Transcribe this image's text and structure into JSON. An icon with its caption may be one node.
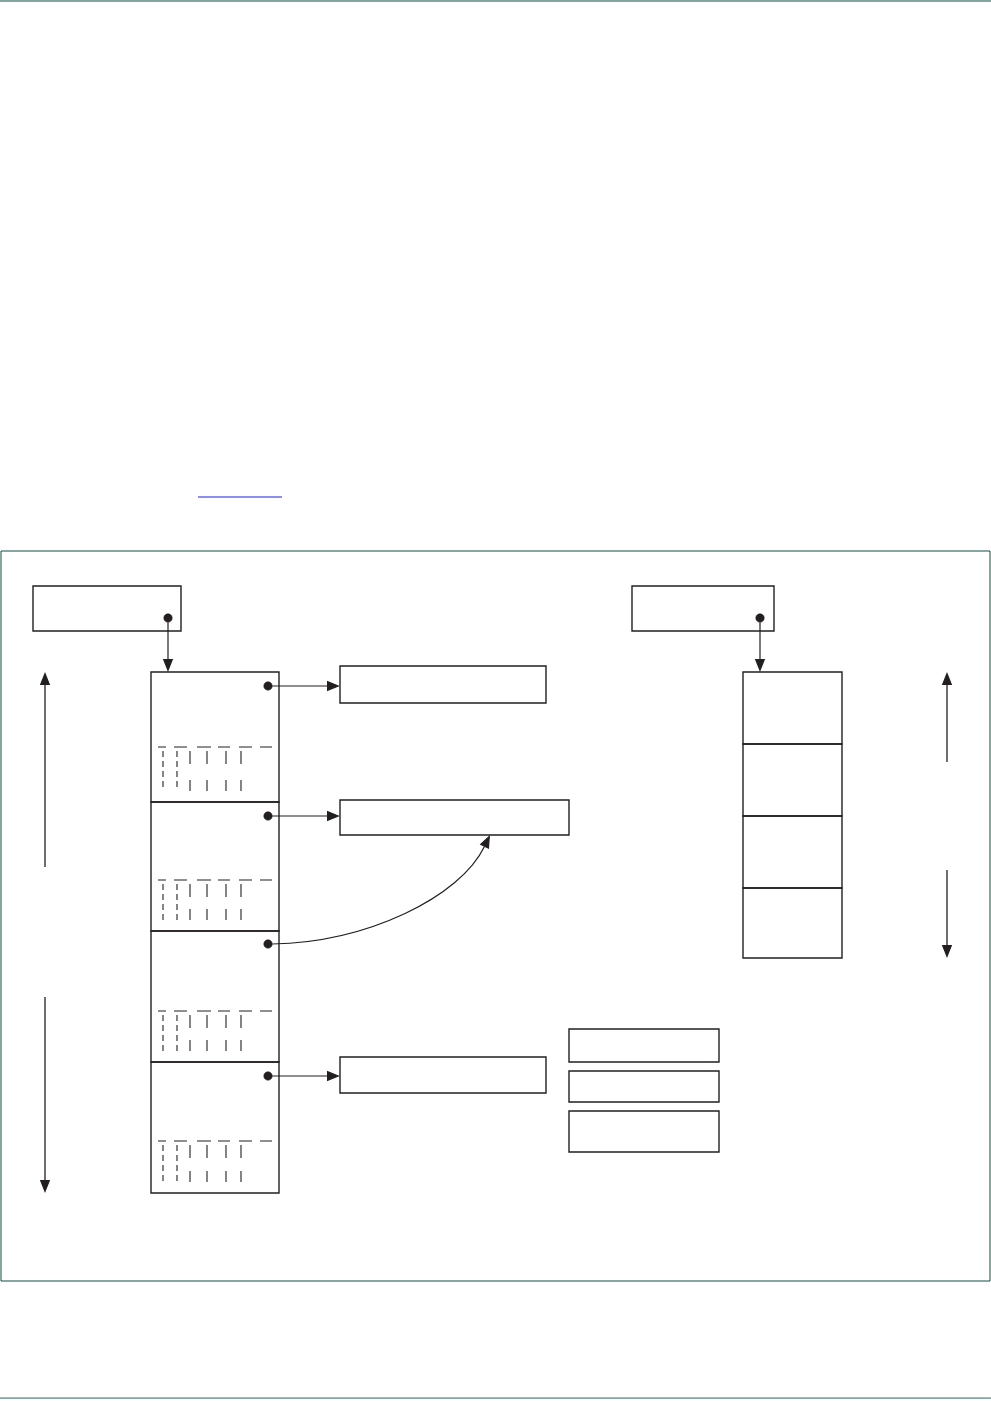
{
  "diagram": {
    "nodes": [
      {
        "text": [],
        "shape": "box"
      },
      {
        "text": [],
        "shape": "circle",
        "in": 0
      },
      {
        "text": [],
        "shape": "box"
      },
      {
        "text": [],
        "shape": "circle",
        "in": 2
      },
      {
        "text": [],
        "shape": "box"
      },
      {
        "text": [],
        "shape": "circle",
        "in": 4
      },
      {
        "text": [],
        "shape": "box"
      },
      {
        "text": [],
        "shape": "circle",
        "in": 6
      },
      {
        "text": [],
        "shape": "box"
      },
      {
        "text": [],
        "shape": "circle",
        "in": 8
      },
      {
        "text": [],
        "shape": "box"
      },
      {
        "text": [],
        "shape": "circle",
        "in": 10
      },
      {
        "text": [],
        "shape": "box"
      },
      {
        "text": [],
        "shape": "box"
      },
      {
        "text": [],
        "shape": "box"
      },
      {
        "text": [],
        "shape": "box"
      },
      {
        "text": [],
        "shape": "box"
      },
      {
        "text": [],
        "shape": "box"
      },
      {
        "text": [],
        "shape": "box"
      },
      {
        "text": [],
        "shape": "box"
      },
      {
        "text": [],
        "shape": "box"
      },
      {
        "text": [],
        "shape": "box"
      }
    ],
    "edges": [
      {
        "from": 1,
        "to": 4,
        "arrow": "to"
      },
      {
        "from": 3,
        "to": 15,
        "arrow": "to"
      },
      {
        "from": 5,
        "to": 12,
        "arrow": "to"
      },
      {
        "from": 7,
        "to": 13,
        "arrow": "to"
      },
      {
        "from": 9,
        "to": 13,
        "arrow": "to"
      },
      {
        "from": 11,
        "to": 14,
        "arrow": "to"
      }
    ]
  }
}
